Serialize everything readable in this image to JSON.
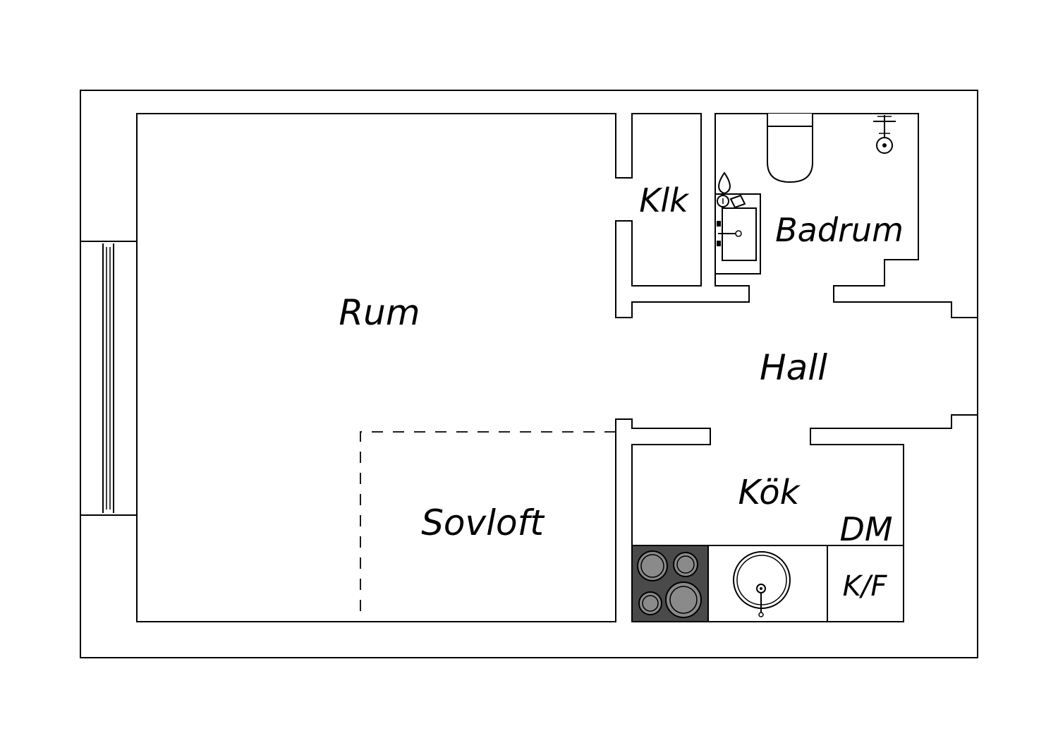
{
  "rooms": {
    "rum": "Rum",
    "klk": "Klk",
    "badrum": "Badrum",
    "hall": "Hall",
    "kok": "Kök",
    "dm": "DM",
    "kf": "K/F",
    "sovloft": "Sovloft"
  },
  "colors": {
    "background": "#ffffff",
    "line": "#000000",
    "stove": "#4a4a4a",
    "burner": "#8a8a8a"
  }
}
